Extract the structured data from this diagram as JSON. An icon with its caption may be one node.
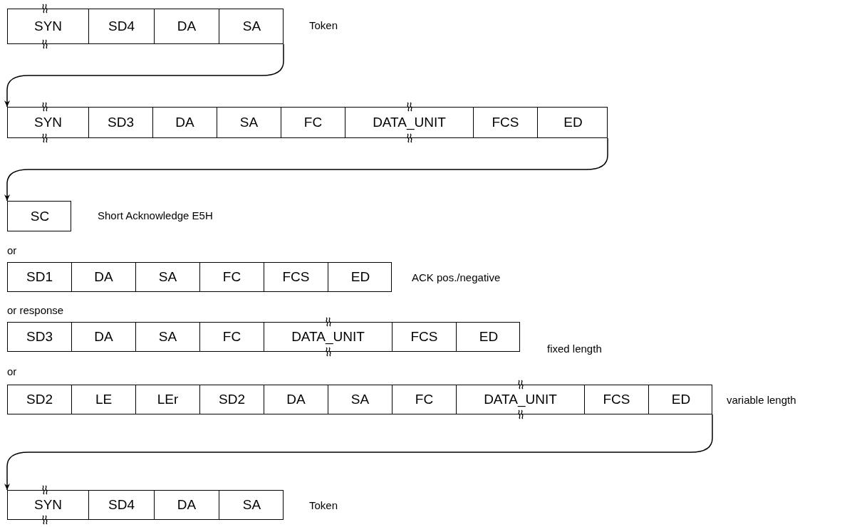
{
  "diagram": {
    "nodes": [
      {
        "text": [],
        "shape": "box",
        "beside": [
          "Token"
        ]
      },
      {
        "text": [
          "SYN"
        ],
        "in": 0
      },
      {
        "text": [
          "SD4"
        ],
        "in": 0
      },
      {
        "text": [
          "DA"
        ],
        "in": 0
      },
      {
        "text": [
          "SA"
        ],
        "in": 0
      },
      {
        "text": [],
        "shape": "box"
      },
      {
        "text": [
          "SYN"
        ],
        "in": 5
      },
      {
        "text": [
          "SD3"
        ],
        "in": 5
      },
      {
        "text": [
          "DA"
        ],
        "in": 5
      },
      {
        "text": [
          "SA"
        ],
        "in": 5
      },
      {
        "text": [
          "FC"
        ],
        "in": 5
      },
      {
        "text": [
          "DATA_UNIT"
        ],
        "in": 5
      },
      {
        "text": [
          "FCS"
        ],
        "in": 5
      },
      {
        "text": [
          "ED"
        ],
        "in": 5
      },
      {
        "text": [],
        "shape": "box",
        "beside": [
          "Short Acknowledge E5H"
        ]
      },
      {
        "text": [
          "SC"
        ],
        "in": 14
      },
      {
        "text": [],
        "shape": "box",
        "beside": [
          "ACK pos./negative"
        ]
      },
      {
        "text": [
          "SD1"
        ],
        "in": 16
      },
      {
        "text": [
          "DA"
        ],
        "in": 16
      },
      {
        "text": [
          "SA"
        ],
        "in": 16
      },
      {
        "text": [
          "FC"
        ],
        "in": 16
      },
      {
        "text": [
          "FCS"
        ],
        "in": 16
      },
      {
        "text": [
          "ED"
        ],
        "in": 16
      },
      {
        "text": [],
        "shape": "box",
        "beside": [
          "fixed length"
        ]
      },
      {
        "text": [
          "SD3"
        ],
        "in": 23
      },
      {
        "text": [
          "DA"
        ],
        "in": 23
      },
      {
        "text": [
          "SA"
        ],
        "in": 23
      },
      {
        "text": [
          "FC"
        ],
        "in": 23
      },
      {
        "text": [
          "DATA_UNIT"
        ],
        "in": 23
      },
      {
        "text": [
          "FCS"
        ],
        "in": 23
      },
      {
        "text": [
          "ED"
        ],
        "in": 23
      },
      {
        "text": [],
        "shape": "box",
        "beside": [
          "variable length"
        ]
      },
      {
        "text": [
          "SD2"
        ],
        "in": 31
      },
      {
        "text": [
          "LE"
        ],
        "in": 31
      },
      {
        "text": [
          "LEr"
        ],
        "in": 31
      },
      {
        "text": [
          "SD2"
        ],
        "in": 31
      },
      {
        "text": [
          "DA"
        ],
        "in": 31
      },
      {
        "text": [
          "SA"
        ],
        "in": 31
      },
      {
        "text": [
          "FC"
        ],
        "in": 31
      },
      {
        "text": [
          "DATA_UNIT"
        ],
        "in": 31
      },
      {
        "text": [
          "FCS"
        ],
        "in": 31
      },
      {
        "text": [
          "ED"
        ],
        "in": 31
      },
      {
        "text": [],
        "shape": "box",
        "beside": [
          "Token"
        ]
      },
      {
        "text": [
          "SYN"
        ],
        "in": 42
      },
      {
        "text": [
          "SD4"
        ],
        "in": 42
      },
      {
        "text": [
          "DA"
        ],
        "in": 42
      },
      {
        "text": [
          "SA"
        ],
        "in": 42
      }
    ],
    "edges": [
      {
        "from": 0,
        "to": 5,
        "arrow": "to"
      },
      {
        "from": 5,
        "to": 14,
        "arrow": "to"
      },
      {
        "from": 31,
        "to": 42,
        "arrow": "to"
      }
    ],
    "labels": [
      "or",
      "or response",
      "or"
    ]
  }
}
